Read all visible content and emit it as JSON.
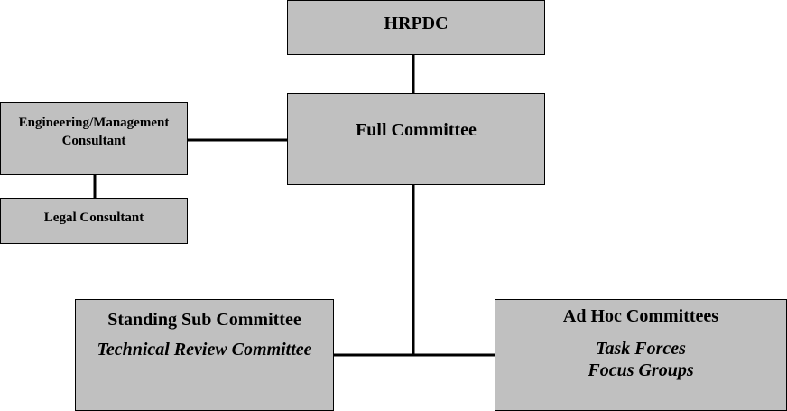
{
  "nodes": {
    "hrpdc": {
      "title": "HRPDC"
    },
    "full_committee": {
      "title": "Full Committee"
    },
    "engineering_consultant": {
      "line1": "Engineering/Management",
      "line2": "Consultant"
    },
    "legal_consultant": {
      "title": "Legal Consultant"
    },
    "standing_sub_committee": {
      "title": "Standing Sub Committee",
      "subtitle": "Technical Review Committee"
    },
    "ad_hoc_committees": {
      "title": "Ad Hoc Committees",
      "sub1": "Task Forces",
      "sub2": "Focus Groups"
    }
  },
  "colors": {
    "box_fill": "#c0c0c0",
    "box_border": "#000000",
    "connector": "#000000",
    "text": "#000000"
  }
}
